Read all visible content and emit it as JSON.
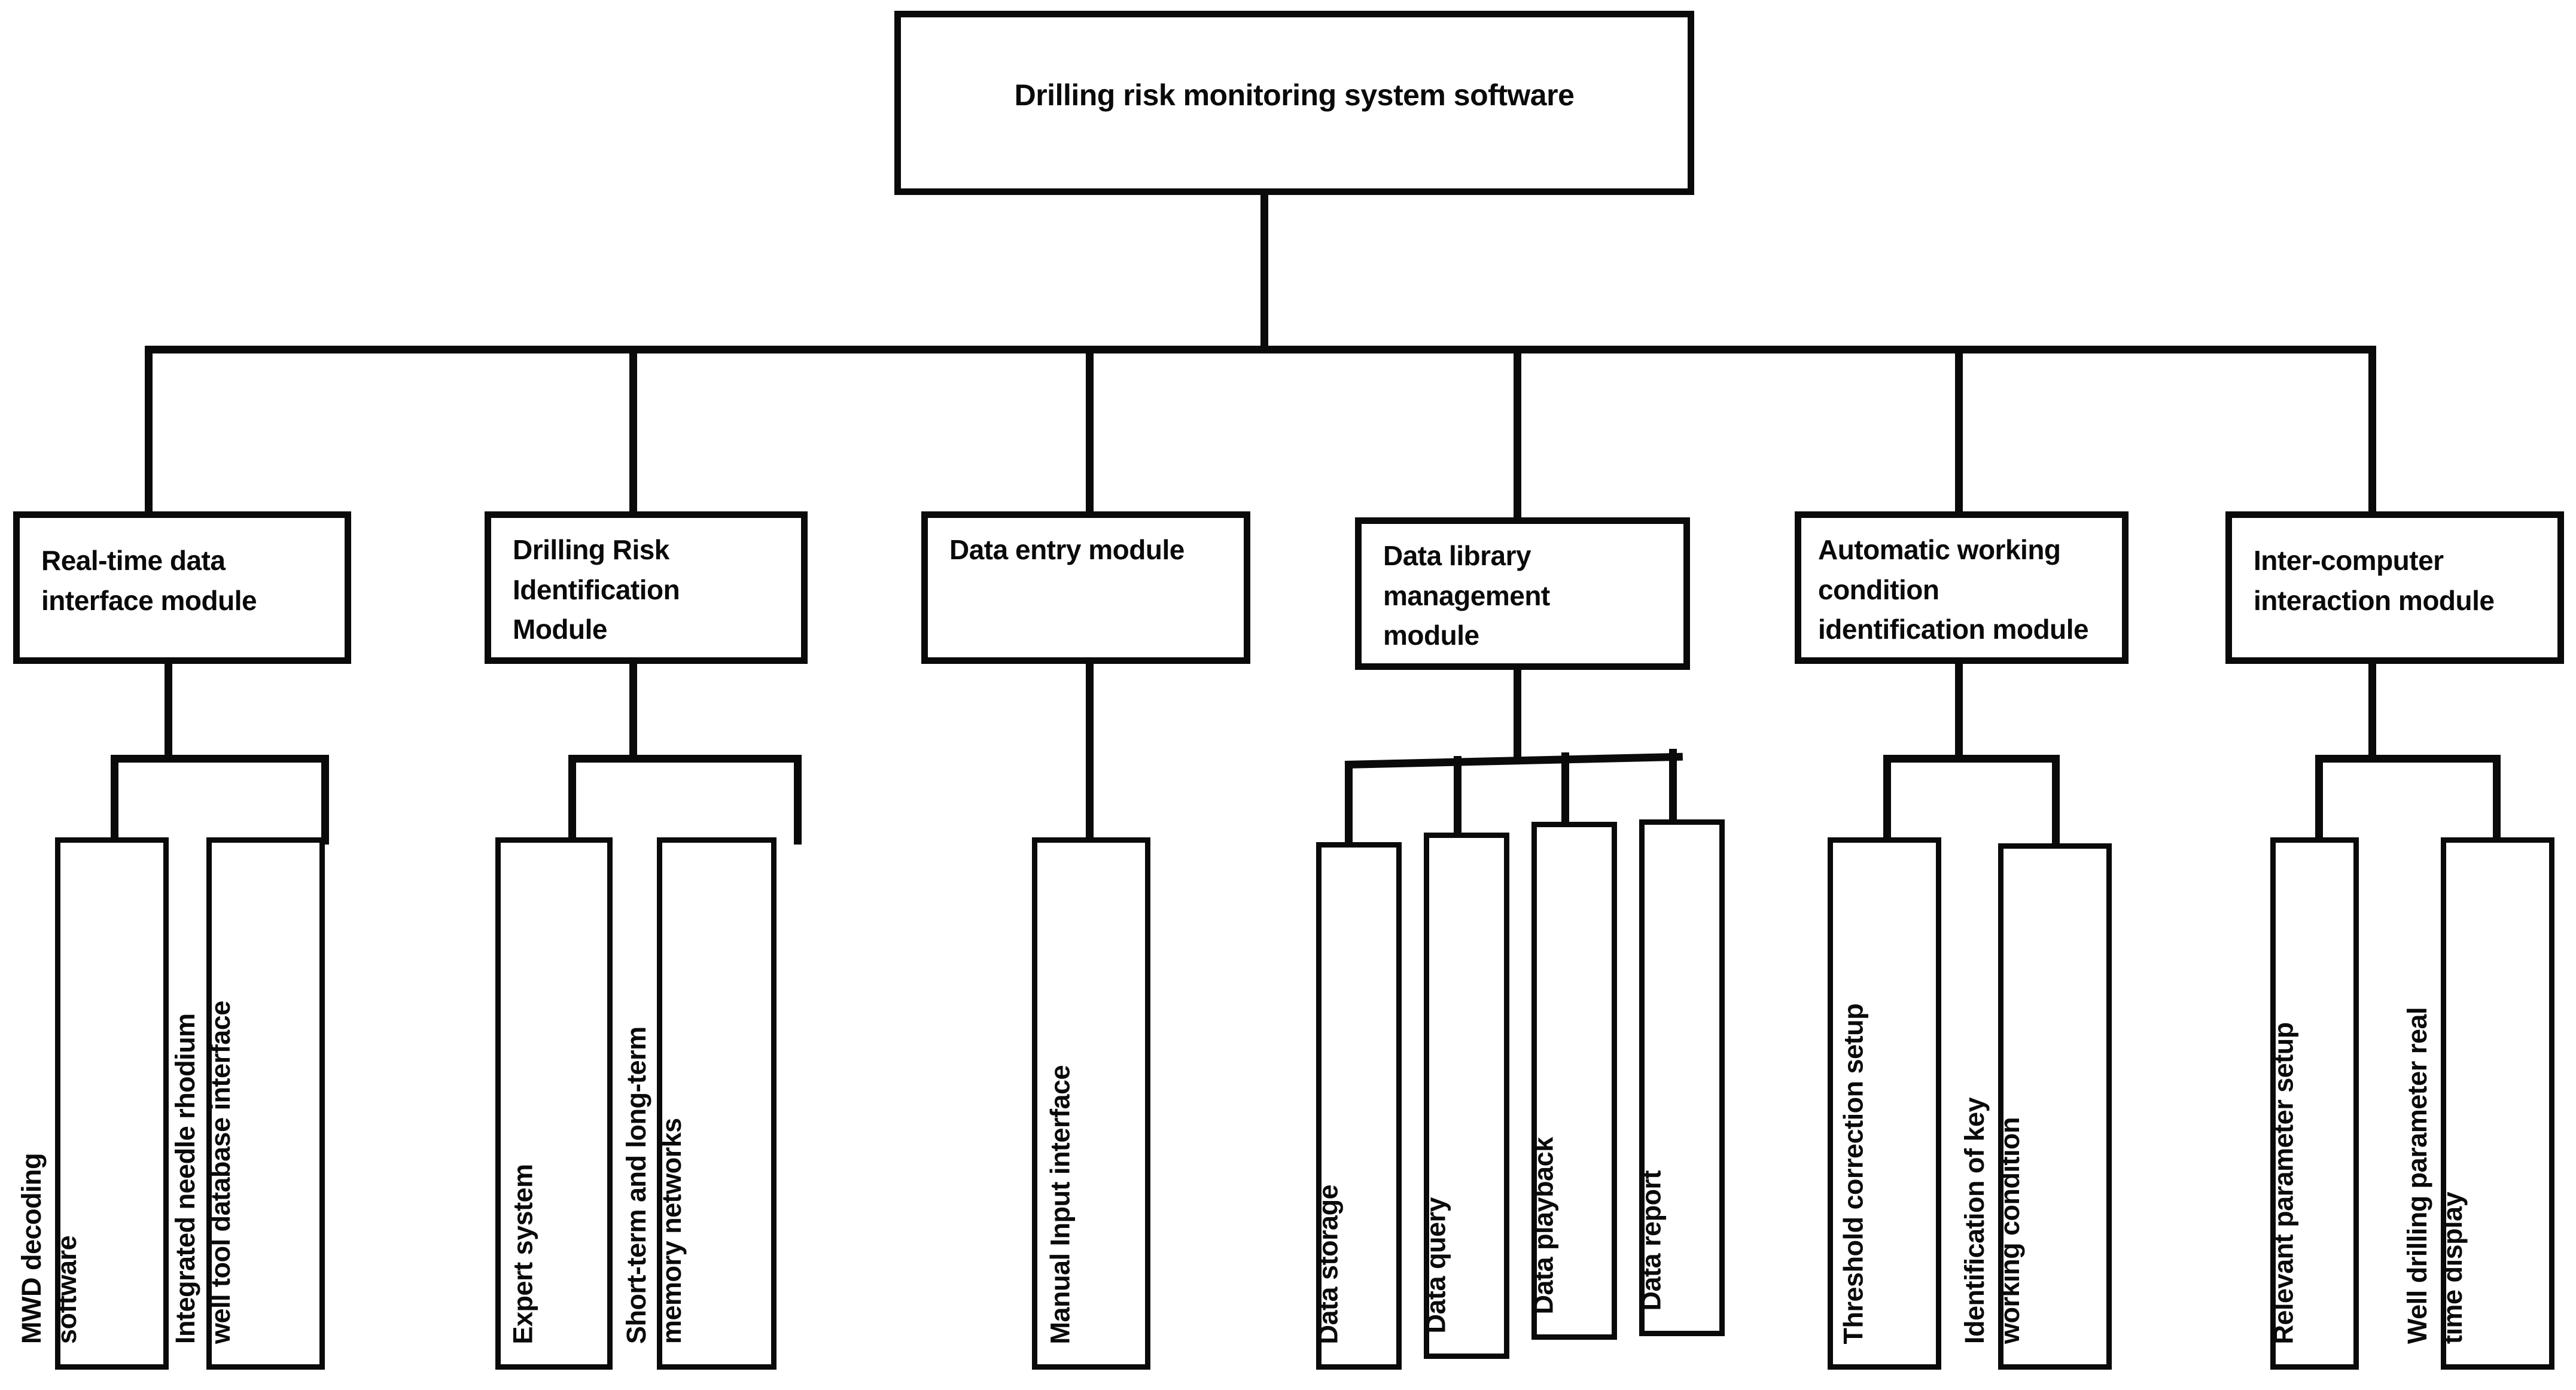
{
  "diagram": {
    "type": "hierarchy-tree",
    "title": "Drilling risk monitoring system software architecture",
    "orientation": "top-down",
    "colors": {
      "line": "#0a0a0a",
      "box_border": "#0a0a0a",
      "box_fill": "#ffffff",
      "text": "#0a0a0a",
      "background": "#ffffff"
    }
  },
  "root": {
    "label": "Drilling risk monitoring system software"
  },
  "modules": [
    {
      "id": "real-time-data-interface-module",
      "label": "Real-time data\ninterface module",
      "children": [
        {
          "id": "mwd-decoding-software",
          "label": "MWD decoding\nsoftware"
        },
        {
          "id": "integrated-needle-rhodium-well-tool-database-interface",
          "label": "Integrated needle rhodium\nwell tool database interface"
        }
      ]
    },
    {
      "id": "drilling-risk-identification-module",
      "label": "Drilling Risk\nIdentification\nModule",
      "children": [
        {
          "id": "expert-system",
          "label": "Expert system"
        },
        {
          "id": "short-term-and-long-term-memory-networks",
          "label": "Short-term and long-term\nmemory networks"
        }
      ]
    },
    {
      "id": "data-entry-module",
      "label": "Data entry module",
      "children": [
        {
          "id": "manual-input-interface",
          "label": "Manual Input interface"
        }
      ]
    },
    {
      "id": "data-library-management-module",
      "label": "Data library\nmanagement\nmodule",
      "children": [
        {
          "id": "data-storage",
          "label": "Data storage"
        },
        {
          "id": "data-query",
          "label": "Data query"
        },
        {
          "id": "data-playback",
          "label": "Data playback"
        },
        {
          "id": "data-report",
          "label": "Data report"
        }
      ]
    },
    {
      "id": "automatic-working-condition-identification-module",
      "label": "Automatic working\ncondition\nidentification module",
      "children": [
        {
          "id": "threshold-correction-setup",
          "label": "Threshold correction setup"
        },
        {
          "id": "identification-of-key-working-condition",
          "label": "Identification of  key\nworking condition"
        }
      ]
    },
    {
      "id": "inter-computer-interaction-module",
      "label": "Inter-computer\ninteraction module",
      "children": [
        {
          "id": "relevant-parameter-setup",
          "label": "Relevant parameter setup"
        },
        {
          "id": "well-drilling-parameter-real-time-display",
          "label": "Well drilling parameter real\ntime display"
        }
      ]
    }
  ]
}
